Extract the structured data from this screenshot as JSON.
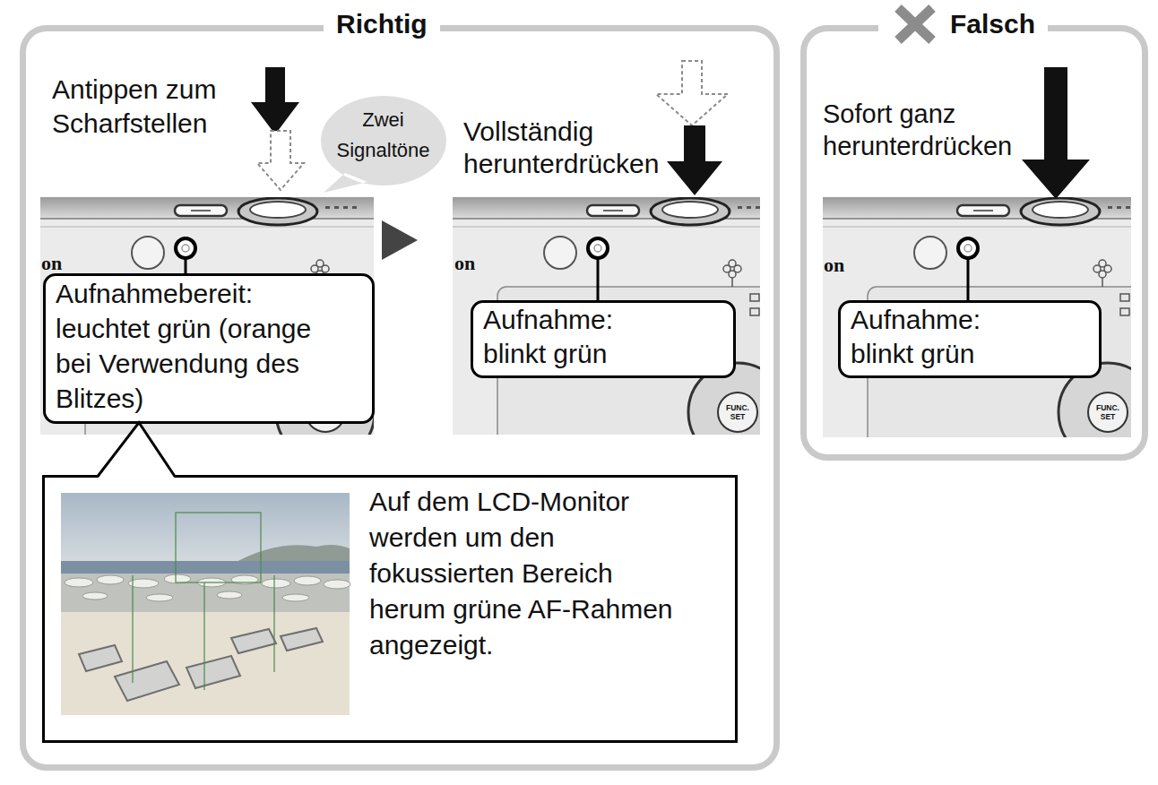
{
  "diagram": {
    "nodes": [
      {
        "text": [
          "Richtig"
        ]
      },
      {
        "text": [
          "Zwei Signaltöne"
        ],
        "in": 0
      },
      {
        "text": [
          "Aufnahmebereit: leuchtet grün (orange bei Verwendung des Blitzes)"
        ],
        "in": 0
      },
      {
        "text": [
          "Aufnahme: blinkt grün"
        ],
        "in": 0
      },
      {
        "text": [
          "Auf dem LCD-Monitor werden um den fokussierten Bereich herum grüne AF-Rahmen angezeigt."
        ],
        "in": 0
      },
      {
        "text": [
          "Falsch"
        ]
      },
      {
        "text": [
          "Aufnahme: blinkt grün"
        ],
        "in": 5
      }
    ],
    "edges": [
      {
        "from": 2,
        "to": 4,
        "arrow": "none"
      }
    ],
    "labels": [
      "Antippen zum Scharfstellen",
      "Vollständig herunterdrücken",
      "Sofort ganz herunterdrücken",
      "on",
      "on",
      "on",
      "FUNC. SET",
      "FUNC. SET"
    ]
  }
}
